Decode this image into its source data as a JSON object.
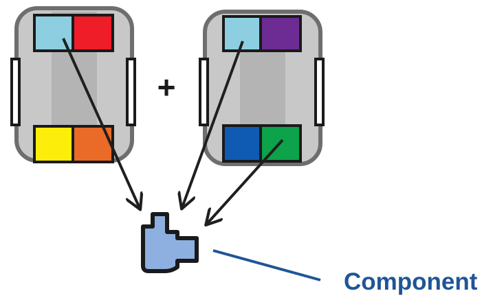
{
  "plus_sign": "+",
  "label": "Component",
  "colors": {
    "card_fill_light": "#c8c8c8",
    "card_fill_dark": "#b4b4b4",
    "card_border": "#6e6e6e",
    "outline": "#1a1a1a",
    "arrow": "#1f1f1f",
    "component_fill": "#8db0e0",
    "label_text": "#1f5597",
    "label_line": "#1f5597"
  },
  "card_left": {
    "cells": [
      {
        "slot": "top-left",
        "color": "#8dcfe0"
      },
      {
        "slot": "top-right",
        "color": "#ef1d28"
      },
      {
        "slot": "bottom-left",
        "color": "#fcee0a"
      },
      {
        "slot": "bottom-right",
        "color": "#ea6b28"
      }
    ]
  },
  "card_right": {
    "cells": [
      {
        "slot": "top-left",
        "color": "#8dcfe0"
      },
      {
        "slot": "top-right",
        "color": "#6c2c94"
      },
      {
        "slot": "bottom-left",
        "color": "#0f5bb3"
      },
      {
        "slot": "bottom-right",
        "color": "#0ca34a"
      }
    ]
  }
}
